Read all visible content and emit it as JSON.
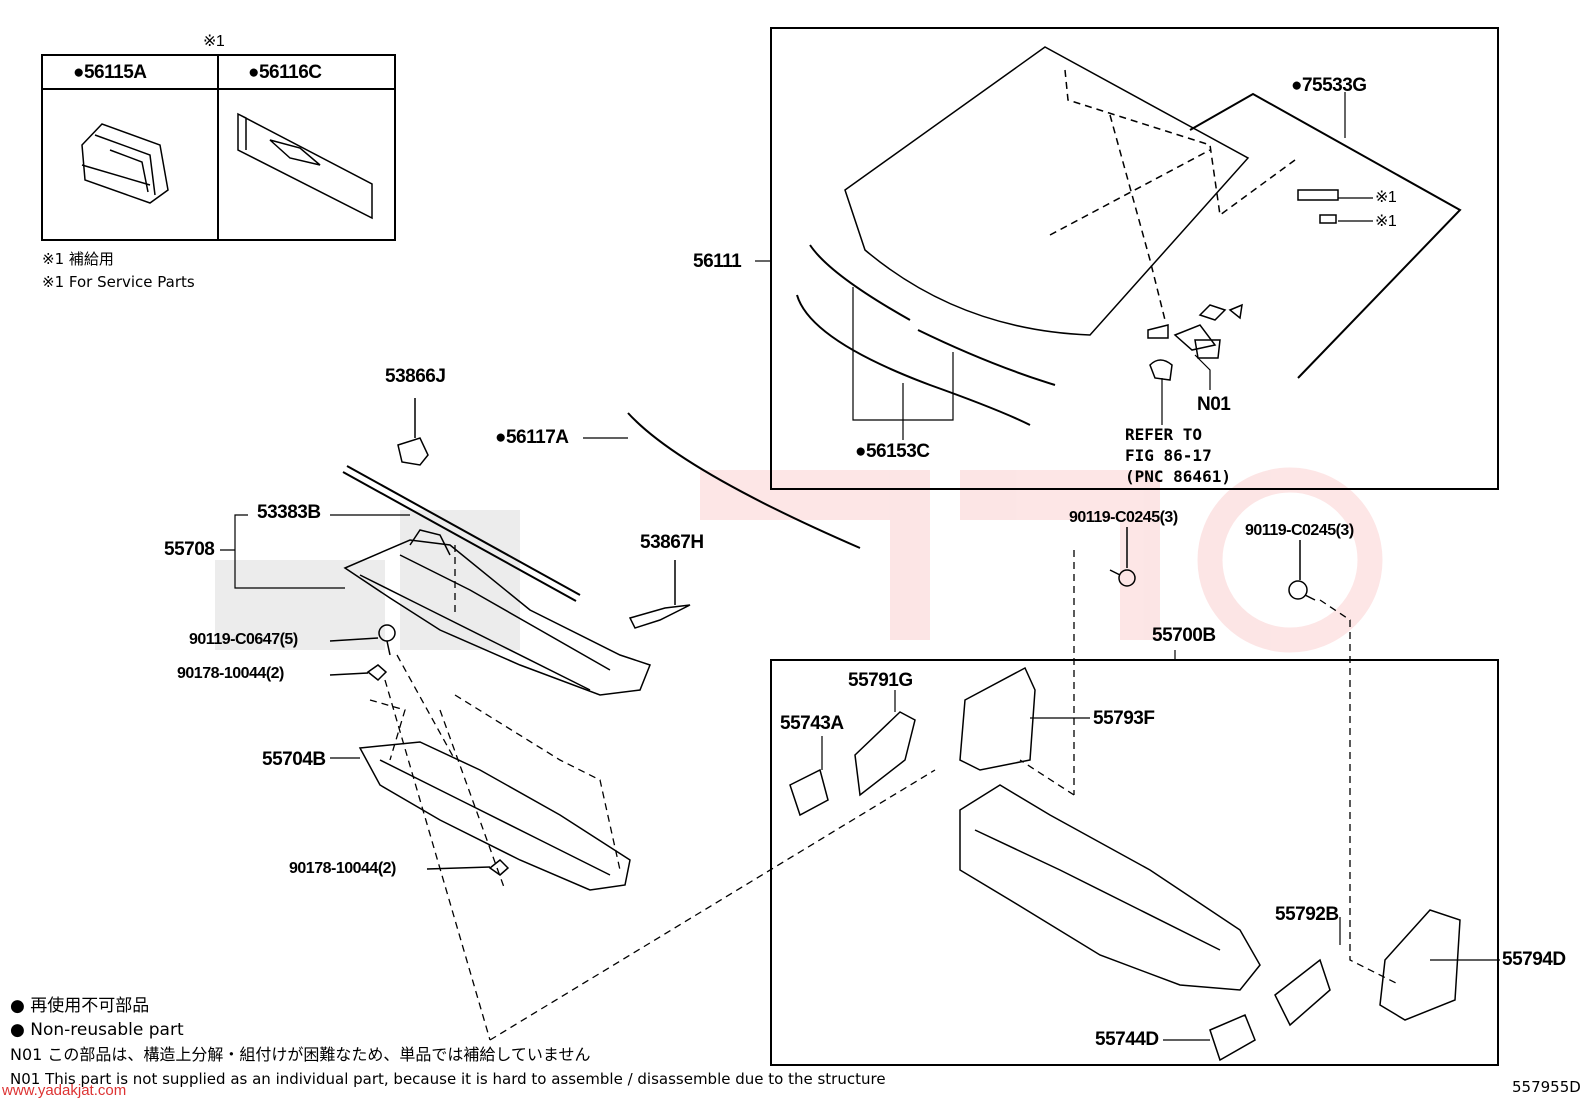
{
  "inset": {
    "marker": "※1",
    "col1": "●56115A",
    "col2": "●56116C",
    "note_jp": "※1 補給用",
    "note_en": "※1 For Service Parts"
  },
  "labels": {
    "p56111": "56111",
    "p75533G": "●75533G",
    "star1a": "※1",
    "star1b": "※1",
    "n01": "N01",
    "p56153C": "●56153C",
    "refer1": "REFER TO",
    "refer2": "FIG 86-17",
    "refer3": "(PNC 86461)",
    "p53866J": "53866J",
    "p56117A": "●56117A",
    "p53383B": "53383B",
    "p55708": "55708",
    "p53867H": "53867H",
    "p90119_c0647": "90119-C0647(5)",
    "p90178_10044a": "90178-10044(2)",
    "p55704B": "55704B",
    "p90178_10044b": "90178-10044(2)",
    "p90119_c0245a": "90119-C0245(3)",
    "p90119_c0245b": "90119-C0245(3)",
    "p55700B": "55700B",
    "p55791G": "55791G",
    "p55743A": "55743A",
    "p55793F": "55793F",
    "p55792B": "55792B",
    "p55794D": "55794D",
    "p55744D": "55744D"
  },
  "legend": {
    "jp": "● 再使用不可部品",
    "en": "● Non-reusable part",
    "n01_jp": "N01 この部品は、構造上分解・組付けが困難なため、単品では補給していません",
    "n01_en": "N01 This part is not supplied as an individual part, because it is hard to assemble / disassemble due to the structure"
  },
  "footer": {
    "code": "557955D",
    "watermark": "www.yadakjat.com"
  }
}
